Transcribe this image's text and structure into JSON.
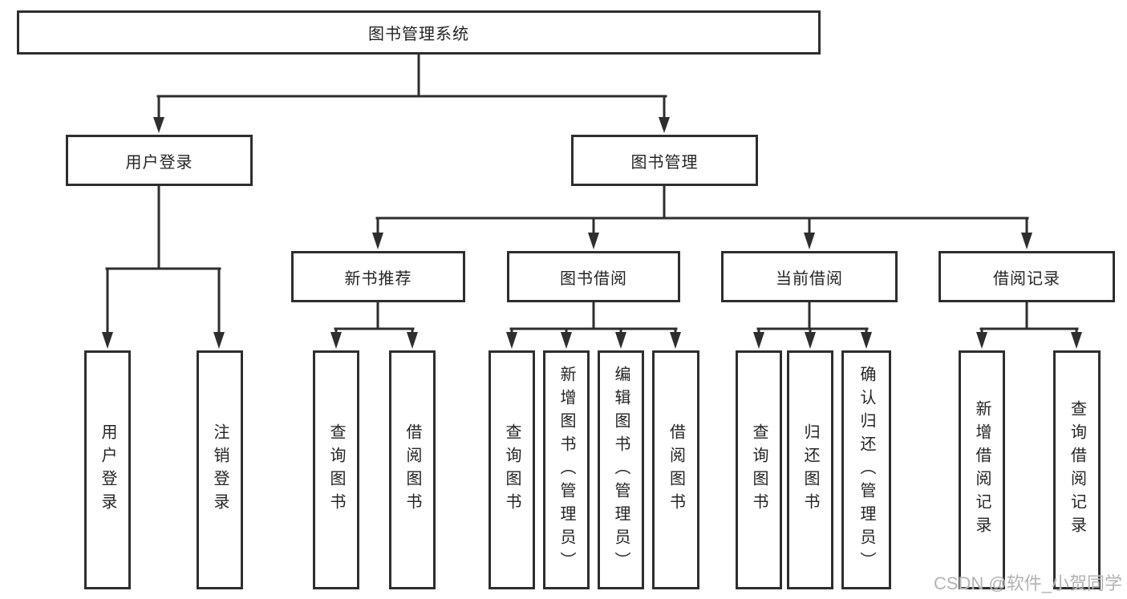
{
  "diagram": {
    "type": "hierarchy-tree",
    "colors": {
      "background": "#ffffff",
      "line": "#2e2e2e",
      "box_border": "#2e2e2e",
      "box_fill": "#ffffff",
      "text": "#242424",
      "watermark": "#b3b3b3"
    },
    "nodes": {
      "root": "图书管理系统",
      "user_login": "用户登录",
      "book_management": "图书管理",
      "user_login_children": [
        "用户登录",
        "注销登录"
      ],
      "new_book_recommend": "新书推荐",
      "book_borrow": "图书借阅",
      "current_borrow": "当前借阅",
      "borrow_records": "借阅记录",
      "new_book_recommend_children": [
        "查询图书",
        "借阅图书"
      ],
      "book_borrow_children": [
        "查询图书",
        "新增图书（管理员）",
        "编辑图书（管理员）",
        "借阅图书"
      ],
      "current_borrow_children": [
        "查询图书",
        "归还图书",
        "确认归还（管理员）"
      ],
      "borrow_records_children": [
        "新增借阅记录",
        "查询借阅记录"
      ]
    },
    "edges": [
      "图书管理系统 -> 用户登录",
      "图书管理系统 -> 图书管理",
      "用户登录 -> 用户登录",
      "用户登录 -> 注销登录",
      "图书管理 -> 新书推荐",
      "图书管理 -> 图书借阅",
      "图书管理 -> 当前借阅",
      "图书管理 -> 借阅记录",
      "新书推荐 -> 查询图书",
      "新书推荐 -> 借阅图书",
      "图书借阅 -> 查询图书",
      "图书借阅 -> 新增图书（管理员）",
      "图书借阅 -> 编辑图书（管理员）",
      "图书借阅 -> 借阅图书",
      "当前借阅 -> 查询图书",
      "当前借阅 -> 归还图书",
      "当前借阅 -> 确认归还（管理员）",
      "借阅记录 -> 新增借阅记录",
      "借阅记录 -> 查询借阅记录"
    ],
    "watermark": "CSDN @软件_小贺同学"
  }
}
